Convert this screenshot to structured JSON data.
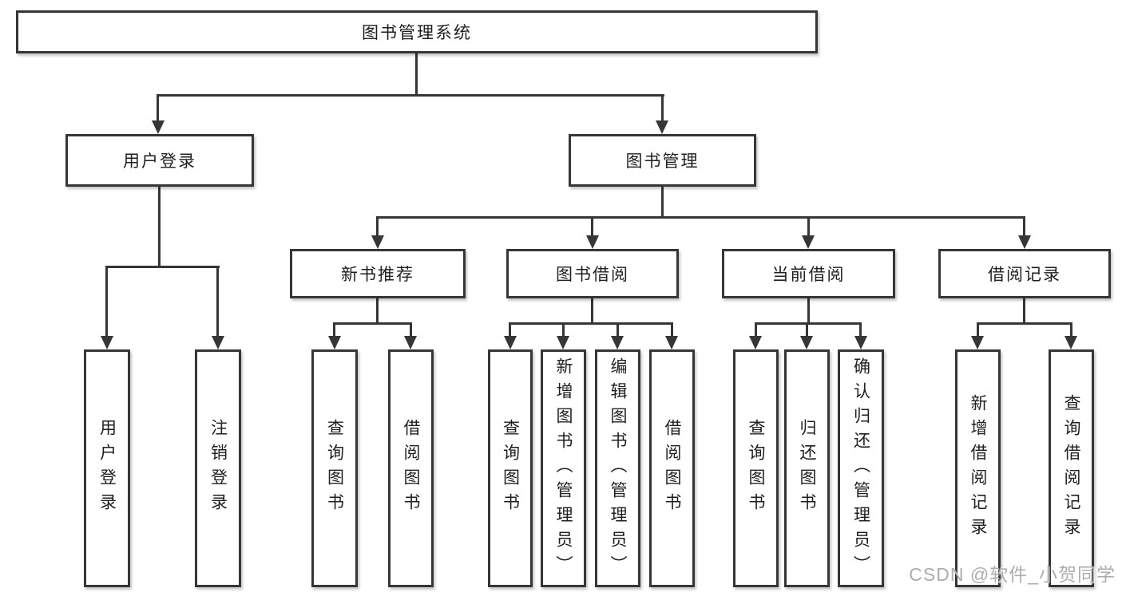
{
  "diagram_type": "hierarchy-tree",
  "colors": {
    "line": "#363636",
    "box_border": "#363636",
    "box_background": "#ffffff",
    "text": "#1f1f1f",
    "watermark": "#adadad",
    "page_background": "#ffffff"
  },
  "tree": {
    "label": "图书管理系统",
    "children": [
      {
        "label": "用户登录",
        "children": [
          {
            "label": "用户登录"
          },
          {
            "label": "注销登录"
          }
        ]
      },
      {
        "label": "图书管理",
        "children": [
          {
            "label": "新书推荐",
            "children": [
              {
                "label": "查询图书"
              },
              {
                "label": "借阅图书"
              }
            ]
          },
          {
            "label": "图书借阅",
            "children": [
              {
                "label": "查询图书"
              },
              {
                "label": "新增图书（管理员）"
              },
              {
                "label": "编辑图书（管理员）"
              },
              {
                "label": "借阅图书"
              }
            ]
          },
          {
            "label": "当前借阅",
            "children": [
              {
                "label": "查询图书"
              },
              {
                "label": "归还图书"
              },
              {
                "label": "确认归还（管理员）"
              }
            ]
          },
          {
            "label": "借阅记录",
            "children": [
              {
                "label": "新增借阅记录"
              },
              {
                "label": "查询借阅记录"
              }
            ]
          }
        ]
      }
    ]
  },
  "watermark": {
    "text": "CSDN @软件_小贺同学"
  }
}
